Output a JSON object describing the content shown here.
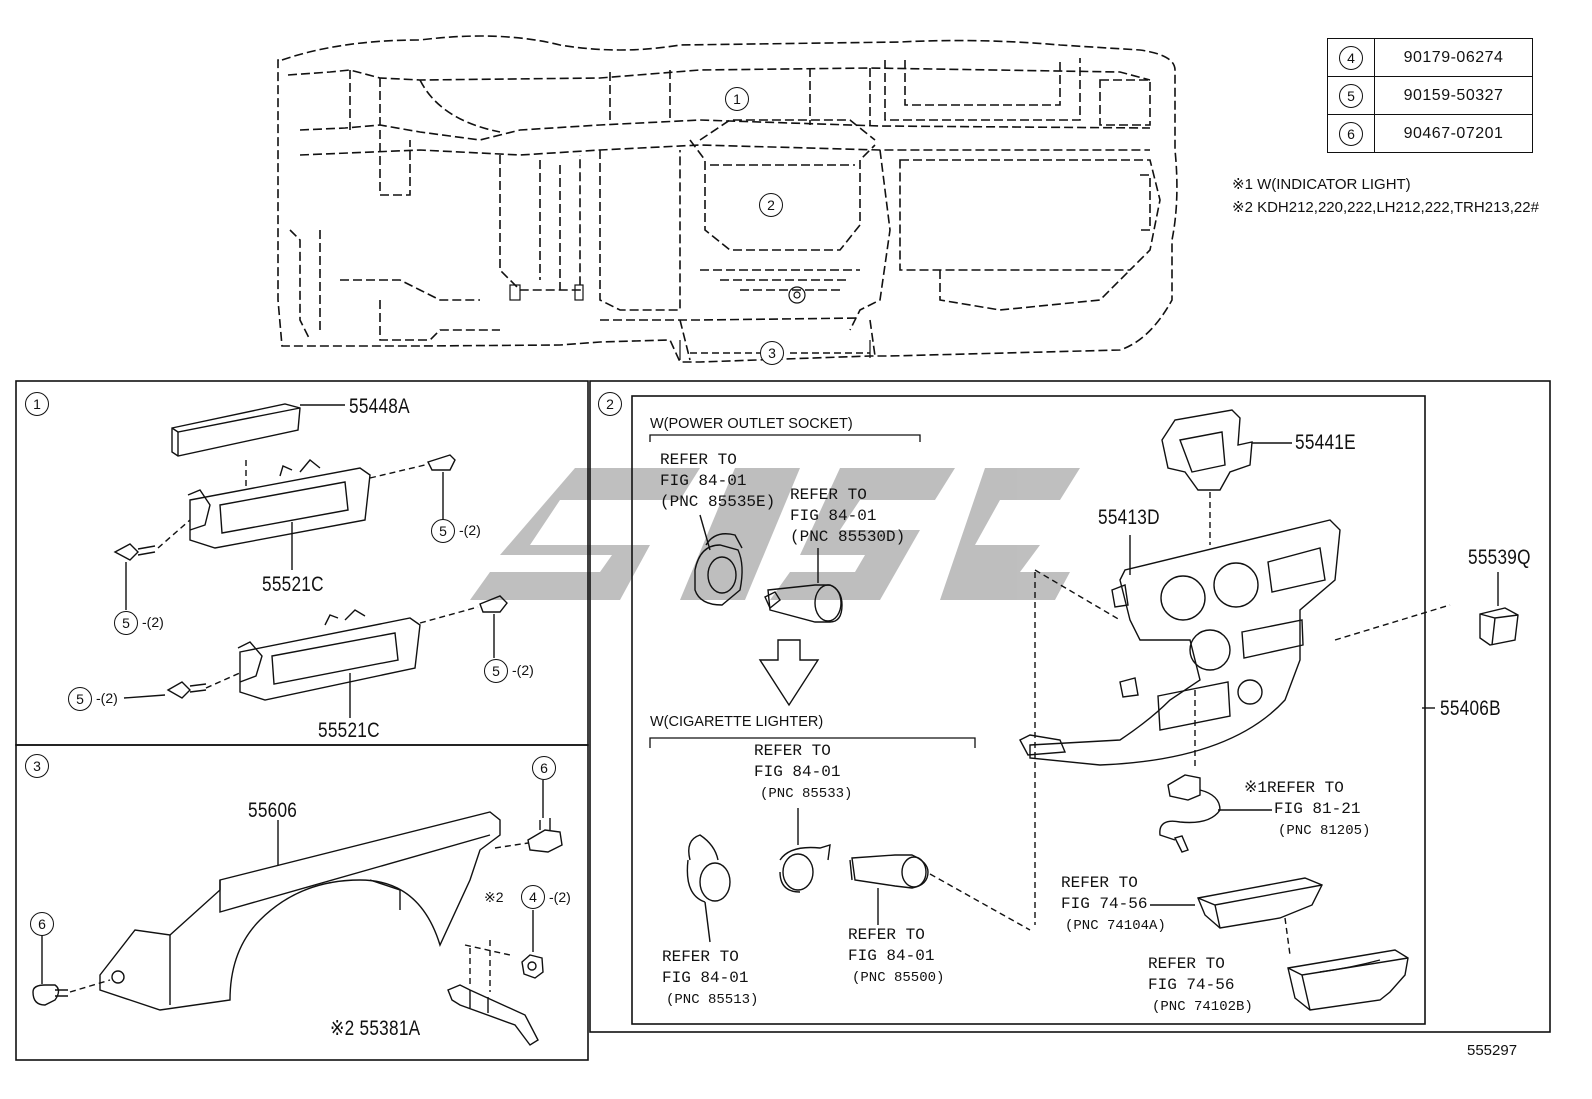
{
  "codes_table": [
    {
      "ref": "4",
      "part": "90179-06274"
    },
    {
      "ref": "5",
      "part": "90159-50327"
    },
    {
      "ref": "6",
      "part": "90467-07201"
    }
  ],
  "notes": {
    "note1": "※1 W(INDICATOR LIGHT)",
    "note2": "※2 KDH212,220,222,LH212,222,TRH213,22#"
  },
  "overview": {
    "callout1": "1",
    "callout2": "2",
    "callout3": "3"
  },
  "panel1": {
    "label": "1",
    "p_55448A": "55448A",
    "p_55521C_a": "55521C",
    "p_55521C_b": "55521C",
    "screw": "5",
    "qty": "-(2)"
  },
  "panel3": {
    "label": "3",
    "p_55606": "55606",
    "p_55381A": "※2 55381A",
    "clip": "6",
    "nut": "4",
    "nut_prefix": "※2",
    "qty": "-(2)"
  },
  "panel2": {
    "label": "2",
    "pos_header": "W(POWER OUTLET SOCKET)",
    "cig_header": "W(CIGARETTE LIGHTER)",
    "ref_a": [
      "REFER TO",
      "FIG 84-01",
      "(PNC 85535E)"
    ],
    "ref_b": [
      "REFER TO",
      "FIG 84-01",
      "(PNC 85530D)"
    ],
    "ref_c": [
      "REFER TO",
      "FIG 84-01",
      "(PNC 85533)"
    ],
    "ref_d": [
      "REFER TO",
      "FIG 84-01",
      "(PNC 85513)"
    ],
    "ref_e": [
      "REFER TO",
      "FIG 84-01",
      "(PNC 85500)"
    ],
    "ref_f": [
      "※1REFER TO",
      "FIG 81-21",
      "(PNC 81205)"
    ],
    "ref_g": [
      "REFER TO",
      "FIG 74-56",
      "(PNC 74104A)"
    ],
    "ref_h": [
      "REFER TO",
      "FIG 74-56",
      "(PNC 74102B)"
    ],
    "p_55441E": "55441E",
    "p_55413D": "55413D",
    "p_55539Q": "55539Q",
    "p_55406B": "55406B"
  },
  "footer_code": "555297",
  "watermark_color": "#b8b8b8"
}
